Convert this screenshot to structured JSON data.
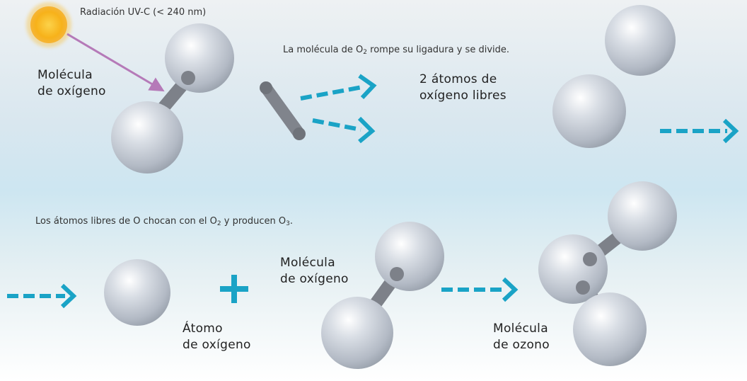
{
  "uv_label": "Radiación UV-C (< 240 nm)",
  "top_caption": {
    "before": "La molécula de O",
    "sub": "2",
    "after": " rompe su ligadura y se divide."
  },
  "bottom_caption": {
    "before": "Los átomos libres de O chocan con el O",
    "sub1": "2",
    "middle": " y producen O",
    "sub2": "3",
    "after": "."
  },
  "labels": {
    "oxygen_molecule_top": "Molécula\nde oxígeno",
    "free_atoms": "2 átomos de\noxígeno libres",
    "oxygen_atom": "Átomo\nde oxígeno",
    "oxygen_molecule_bottom": "Molécula\nde oxígeno",
    "ozone_molecule": "Molécula\nde ozono"
  },
  "colors": {
    "sun": "#f7b21a",
    "uv_ray": "#b57ab8",
    "arrow": "#1aa3c6",
    "atom": "#c9cfd8",
    "bond": "#7d8189"
  }
}
